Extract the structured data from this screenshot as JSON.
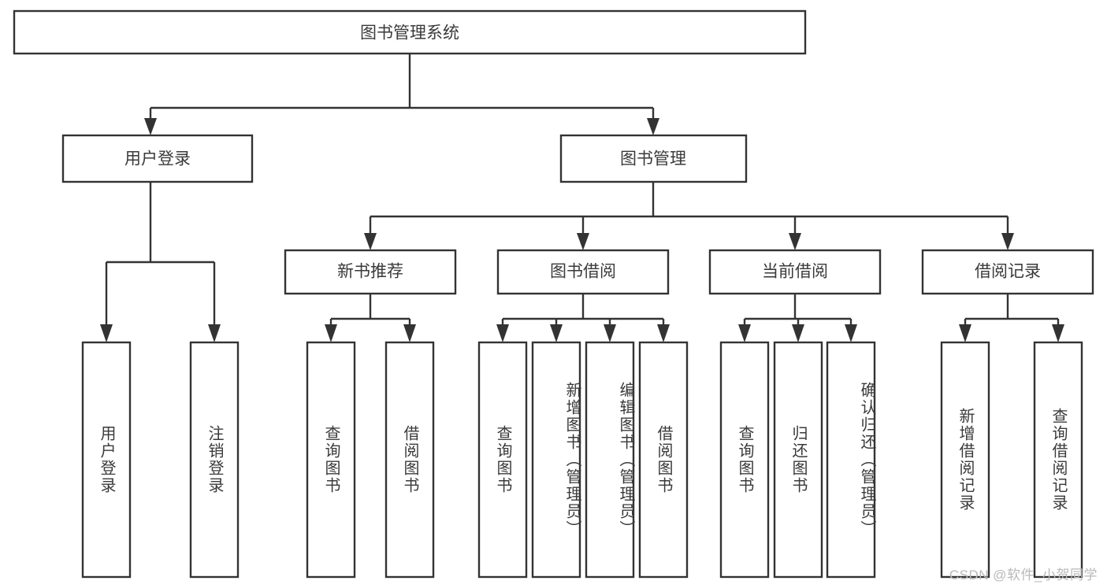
{
  "diagram": {
    "title": "图书管理系统",
    "type": "hierarchy-tree",
    "watermark": "CSDN @软件_小贺同学",
    "colors": {
      "stroke": "#333333",
      "box_fill": "#ffffff",
      "text": "#3a3a3a",
      "background": "#ffffff",
      "watermark": "#b9b9b9"
    },
    "levels": [
      {
        "level": 1,
        "nodes": [
          {
            "id": "root",
            "label": "图书管理系统",
            "orientation": "horizontal"
          }
        ]
      },
      {
        "level": 2,
        "nodes": [
          {
            "id": "user-login",
            "label": "用户登录",
            "orientation": "horizontal",
            "parent": "root"
          },
          {
            "id": "book-manage",
            "label": "图书管理",
            "orientation": "horizontal",
            "parent": "root"
          }
        ]
      },
      {
        "level": 3,
        "nodes": [
          {
            "id": "new-book-rec",
            "label": "新书推荐",
            "orientation": "horizontal",
            "parent": "book-manage"
          },
          {
            "id": "book-borrow",
            "label": "图书借阅",
            "orientation": "horizontal",
            "parent": "book-manage"
          },
          {
            "id": "current-borrow",
            "label": "当前借阅",
            "orientation": "horizontal",
            "parent": "book-manage"
          },
          {
            "id": "borrow-record",
            "label": "借阅记录",
            "orientation": "horizontal",
            "parent": "book-manage"
          }
        ]
      },
      {
        "level": 4,
        "nodes": [
          {
            "id": "leaf-user-login",
            "label": "用户登录",
            "orientation": "vertical",
            "parent": "user-login"
          },
          {
            "id": "leaf-logout",
            "label": "注销登录",
            "orientation": "vertical",
            "parent": "user-login"
          },
          {
            "id": "leaf-query-book-1",
            "label": "查询图书",
            "orientation": "vertical",
            "parent": "new-book-rec"
          },
          {
            "id": "leaf-borrow-book-1",
            "label": "借阅图书",
            "orientation": "vertical",
            "parent": "new-book-rec"
          },
          {
            "id": "leaf-query-book-2",
            "label": "查询图书",
            "orientation": "vertical",
            "parent": "book-borrow"
          },
          {
            "id": "leaf-add-book",
            "label": "新增图书（管理员）",
            "orientation": "vertical",
            "parent": "book-borrow"
          },
          {
            "id": "leaf-edit-book",
            "label": "编辑图书（管理员）",
            "orientation": "vertical",
            "parent": "book-borrow"
          },
          {
            "id": "leaf-borrow-book-2",
            "label": "借阅图书",
            "orientation": "vertical",
            "parent": "book-borrow"
          },
          {
            "id": "leaf-query-book-3",
            "label": "查询图书",
            "orientation": "vertical",
            "parent": "current-borrow"
          },
          {
            "id": "leaf-return-book",
            "label": "归还图书",
            "orientation": "vertical",
            "parent": "current-borrow"
          },
          {
            "id": "leaf-confirm-return",
            "label": "确认归还（管理员）",
            "orientation": "vertical",
            "parent": "current-borrow"
          },
          {
            "id": "leaf-add-record",
            "label": "新增借阅记录",
            "orientation": "vertical",
            "parent": "borrow-record"
          },
          {
            "id": "leaf-query-record",
            "label": "查询借阅记录",
            "orientation": "vertical",
            "parent": "borrow-record"
          }
        ]
      }
    ]
  }
}
